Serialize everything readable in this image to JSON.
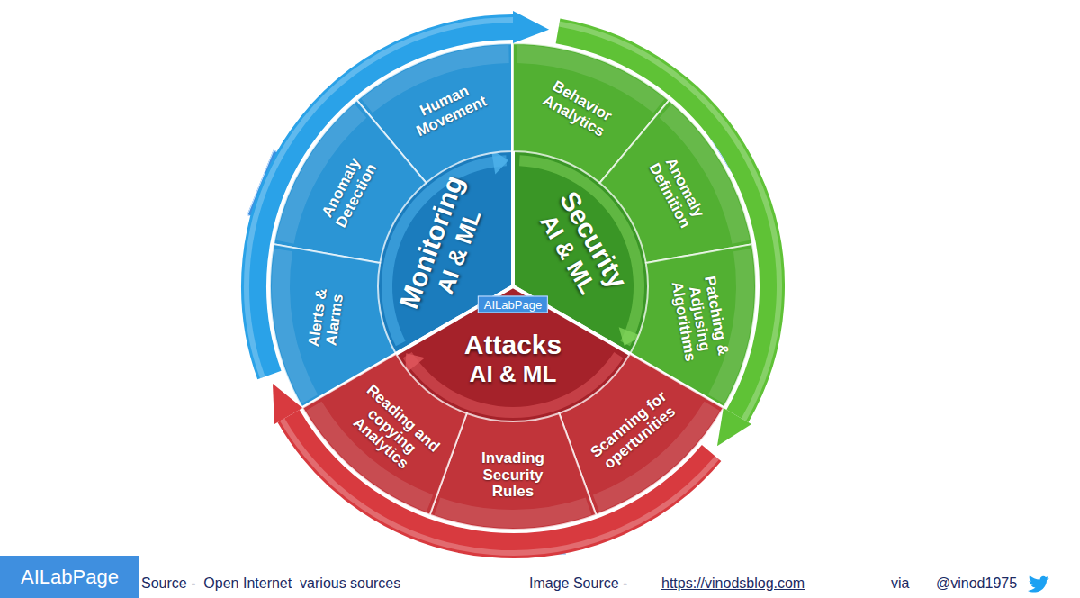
{
  "diagram": {
    "nodes": [
      {
        "text": [
          "Monitoring",
          "AI & ML"
        ]
      },
      {
        "text": [
          "Human Movement"
        ],
        "in": 0
      },
      {
        "text": [
          "Anomaly Detection"
        ],
        "in": 0
      },
      {
        "text": [
          "Alerts & Alarms"
        ],
        "in": 0
      },
      {
        "text": [
          "Security",
          "AI & ML"
        ]
      },
      {
        "text": [
          "Behavior Analytics"
        ],
        "in": 4
      },
      {
        "text": [
          "Anomaly Definition"
        ],
        "in": 4
      },
      {
        "text": [
          "Patching & Adjusing Algorithms"
        ],
        "in": 4
      },
      {
        "text": [
          "Attacks",
          "AI & ML"
        ]
      },
      {
        "text": [
          "Scanning for opertunities"
        ],
        "in": 8
      },
      {
        "text": [
          "Invading Security Rules"
        ],
        "in": 8
      },
      {
        "text": [
          "Reading and copying Analytics"
        ],
        "in": 8
      }
    ],
    "edges": [
      {
        "from": 0,
        "to": 4,
        "arrow": "to"
      },
      {
        "from": 4,
        "to": 8,
        "arrow": "to"
      },
      {
        "from": 8,
        "to": 0,
        "arrow": "to"
      }
    ],
    "labels": [
      "AILabPage",
      "AILabPage",
      "AILabPage",
      "AILabPage",
      "AILabPage",
      "Source -  Open Internet  various sources",
      "Image Source -",
      "https://vinodsblog.com",
      "via",
      "@vinod1975"
    ]
  }
}
